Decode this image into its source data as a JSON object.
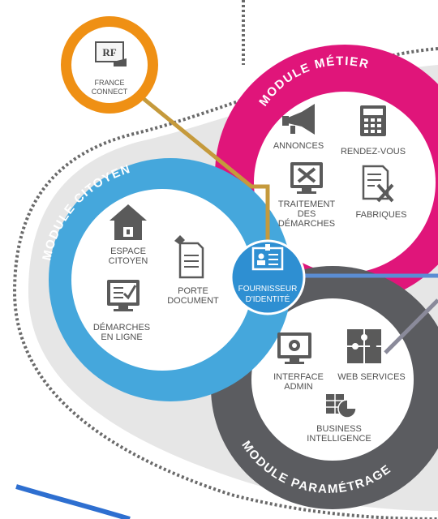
{
  "modules": {
    "metier": {
      "title": "MODULE MÉTIER",
      "items": [
        {
          "label": "ANNONCES",
          "icon": "megaphone-icon"
        },
        {
          "label": "RENDEZ-VOUS",
          "icon": "calculator-icon"
        },
        {
          "line1": "TRAITEMENT",
          "line2": "DES",
          "line3": "DÉMARCHES",
          "icon": "tools-monitor-icon"
        },
        {
          "label": "FABRIQUES",
          "icon": "document-tools-icon"
        }
      ]
    },
    "citoyen": {
      "title": "MODULE CITOYEN",
      "items": [
        {
          "line1": "ESPACE",
          "line2": "CITOYEN",
          "icon": "house-icon"
        },
        {
          "line1": "PORTE",
          "line2": "DOCUMENT",
          "icon": "document-icon"
        },
        {
          "line1": "DÉMARCHES",
          "line2": "EN LIGNE",
          "icon": "checklist-monitor-icon"
        }
      ]
    },
    "parametrage": {
      "title": "MODULE PARAMÉTRAGE",
      "items": [
        {
          "line1": "INTERFACE",
          "line2": "ADMIN",
          "icon": "gear-monitor-icon"
        },
        {
          "label": "WEB SERVICES",
          "icon": "puzzle-icon"
        },
        {
          "line1": "BUSINESS",
          "line2": "INTELLIGENCE",
          "icon": "chart-table-icon"
        }
      ]
    }
  },
  "france_connect": {
    "logo": "RF",
    "line1": "FRANCE",
    "line2": "CONNECT",
    "icon": "hand-card-icon"
  },
  "identity_provider": {
    "line1": "FOURNISSEUR",
    "line2": "D'IDENTITÉ",
    "icon": "id-card-icon"
  },
  "colors": {
    "metier": "#e0157a",
    "citoyen": "#45a7dc",
    "parametrage": "#5b5c60",
    "france_connect": "#ef9014",
    "identity": "#2e8fd2",
    "background_shape": "#e6e6e6",
    "dots": "#6a6a6a"
  }
}
